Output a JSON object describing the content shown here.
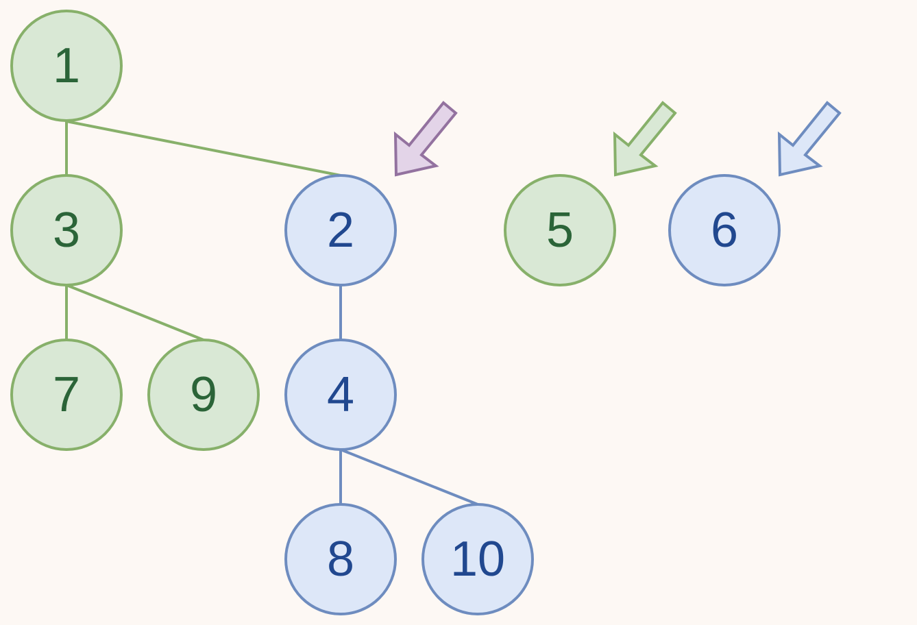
{
  "colors": {
    "background": "#fdf8f4",
    "green_fill": "#d9e8d5",
    "green_stroke": "#87b06a",
    "green_text": "#2b6438",
    "blue_fill": "#dde7f8",
    "blue_stroke": "#6e8cbf",
    "blue_text": "#21488f",
    "purple_fill": "#e3d4e8",
    "purple_stroke": "#93729f"
  },
  "nodes": [
    {
      "id": "n1",
      "label": "1",
      "group": "green"
    },
    {
      "id": "n3",
      "label": "3",
      "group": "green"
    },
    {
      "id": "n2",
      "label": "2",
      "group": "blue"
    },
    {
      "id": "n5",
      "label": "5",
      "group": "green"
    },
    {
      "id": "n6",
      "label": "6",
      "group": "blue"
    },
    {
      "id": "n7",
      "label": "7",
      "group": "green"
    },
    {
      "id": "n9",
      "label": "9",
      "group": "green"
    },
    {
      "id": "n4",
      "label": "4",
      "group": "blue"
    },
    {
      "id": "n8",
      "label": "8",
      "group": "blue"
    },
    {
      "id": "n10",
      "label": "10",
      "group": "blue"
    }
  ],
  "edges": [
    {
      "from": "1",
      "to": "3",
      "group": "green"
    },
    {
      "from": "1",
      "to": "2",
      "group": "green"
    },
    {
      "from": "3",
      "to": "7",
      "group": "green"
    },
    {
      "from": "3",
      "to": "9",
      "group": "green"
    },
    {
      "from": "2",
      "to": "4",
      "group": "blue"
    },
    {
      "from": "4",
      "to": "8",
      "group": "blue"
    },
    {
      "from": "4",
      "to": "10",
      "group": "blue"
    }
  ],
  "arrows": [
    {
      "points_to": "2",
      "color": "purple"
    },
    {
      "points_to": "5",
      "color": "green"
    },
    {
      "points_to": "6",
      "color": "blue"
    }
  ]
}
